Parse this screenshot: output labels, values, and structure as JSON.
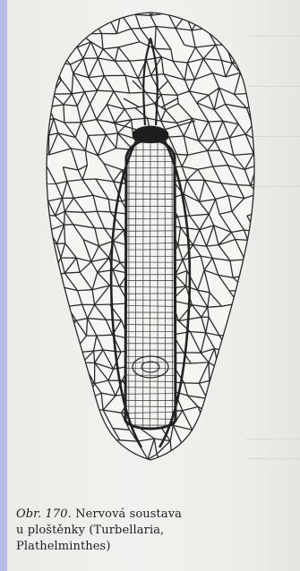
{
  "caption": {
    "figure_label": "Obr. 170.",
    "line1_text": " Nervová soustava",
    "line2": "u ploštěnky (Turbellaria,",
    "line3": "Plathelminthes)"
  },
  "colors": {
    "page": "#efeeea",
    "margin": "#b9bce6",
    "ink": "#2a2a2a"
  }
}
